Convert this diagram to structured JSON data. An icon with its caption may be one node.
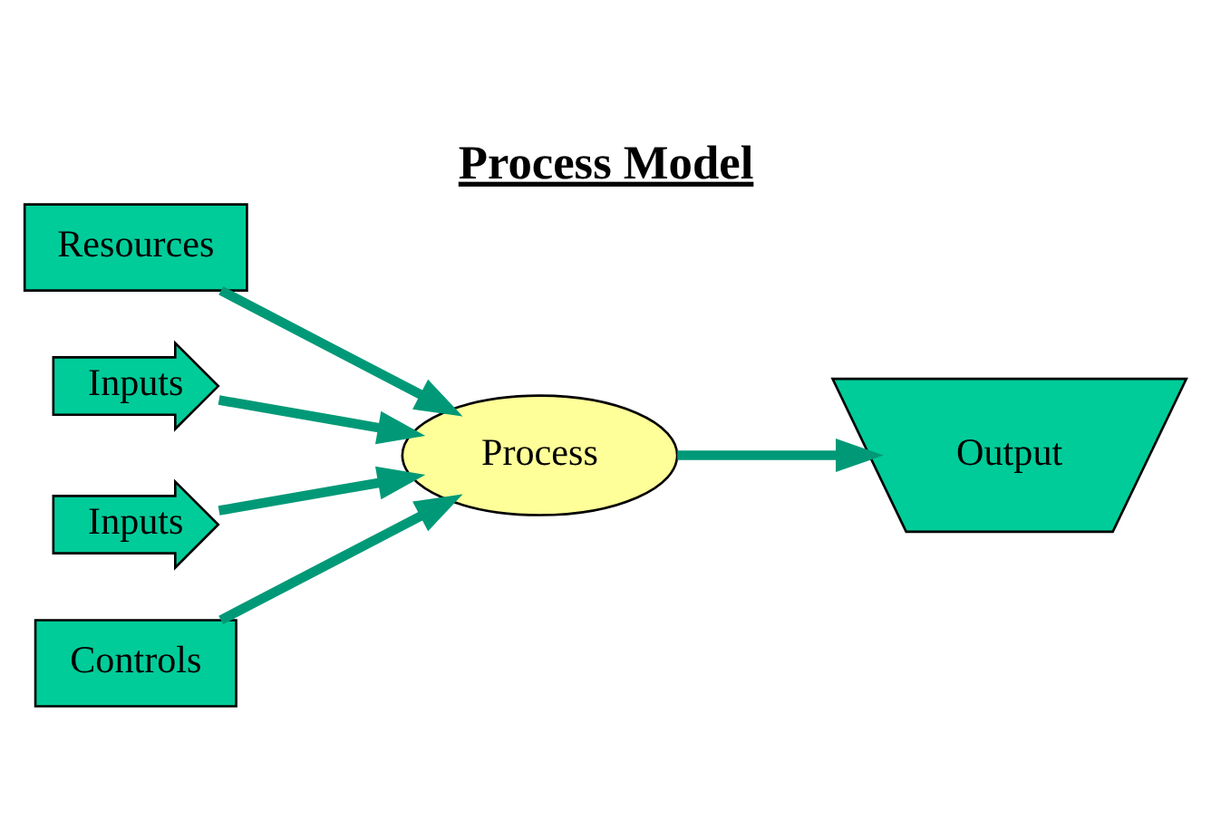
{
  "diagram": {
    "title": "Process Model",
    "nodes": [
      {
        "text": [
          "Resources"
        ]
      },
      {
        "text": [
          "Inputs"
        ]
      },
      {
        "text": [
          "Inputs"
        ]
      },
      {
        "text": [
          "Process"
        ]
      },
      {
        "text": [
          "Output"
        ]
      },
      {
        "text": [
          "Controls"
        ]
      }
    ],
    "edges": [
      {
        "from": 0,
        "to": 3,
        "arrow": "to"
      },
      {
        "from": 1,
        "to": 3,
        "arrow": "to"
      },
      {
        "from": 2,
        "to": 3,
        "arrow": "to"
      },
      {
        "from": 3,
        "to": 4,
        "arrow": "to"
      },
      {
        "from": 5,
        "to": 3,
        "arrow": "to"
      }
    ]
  }
}
